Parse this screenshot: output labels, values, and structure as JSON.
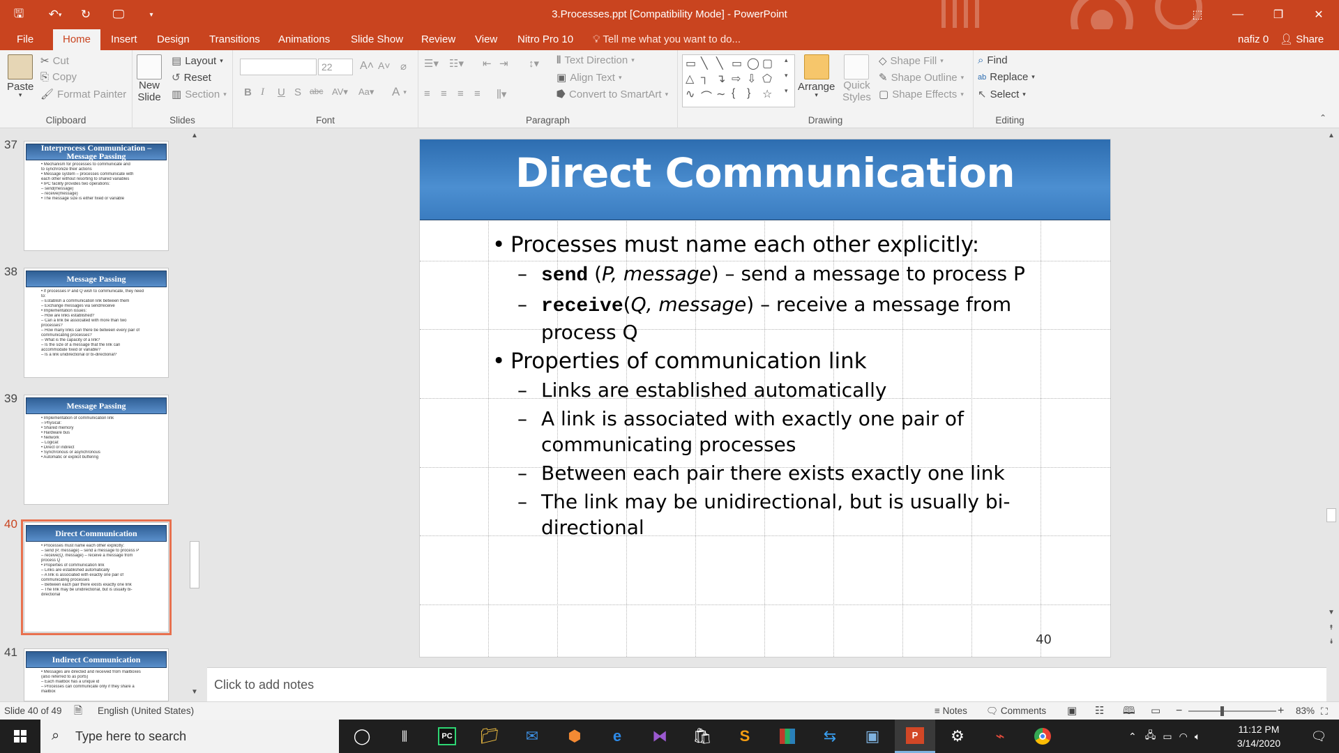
{
  "window": {
    "title": "3.Processes.ppt [Compatibility Mode] - PowerPoint"
  },
  "tabs": [
    "File",
    "Home",
    "Insert",
    "Design",
    "Transitions",
    "Animations",
    "Slide Show",
    "Review",
    "View",
    "Nitro Pro 10"
  ],
  "active_tab": "Home",
  "tell_me": "Tell me what you want to do...",
  "user": "nafiz 0",
  "share_label": "Share",
  "ribbon": {
    "clipboard": {
      "label": "Clipboard",
      "paste": "Paste",
      "cut": "Cut",
      "copy": "Copy",
      "format_painter": "Format Painter"
    },
    "slides": {
      "label": "Slides",
      "new_slide_line1": "New",
      "new_slide_line2": "Slide",
      "layout": "Layout",
      "reset": "Reset",
      "section": "Section"
    },
    "font": {
      "label": "Font",
      "font_name": "",
      "font_size": "22"
    },
    "paragraph": {
      "label": "Paragraph",
      "text_direction": "Text Direction",
      "align_text": "Align Text",
      "convert_smartart": "Convert to SmartArt"
    },
    "drawing": {
      "label": "Drawing",
      "arrange": "Arrange",
      "quick_styles_line1": "Quick",
      "quick_styles_line2": "Styles",
      "shape_fill": "Shape Fill",
      "shape_outline": "Shape Outline",
      "shape_effects": "Shape Effects"
    },
    "editing": {
      "label": "Editing",
      "find": "Find",
      "replace": "Replace",
      "select": "Select"
    }
  },
  "thumbnails": [
    {
      "num": "37",
      "title": "Interprocess Communication – Message Passing",
      "lines": [
        "• Mechanism for processes to communicate and",
        "  to synchronize their actions",
        "• Message system – processes communicate with",
        "  each other without resorting to shared variables",
        "• IPC facility provides two operations:",
        "  – send(message)",
        "  – receive(message)",
        "• The message size is either fixed or variable"
      ]
    },
    {
      "num": "38",
      "title": "Message Passing",
      "lines": [
        "• If processes P and Q wish to communicate, they need",
        "  to:",
        "  – Establish a communication link between them",
        "  – Exchange messages via send/receive",
        "• Implementation issues:",
        "  – How are links established?",
        "  – Can a link be associated with more than two",
        "    processes?",
        "  – How many links can there be between every pair of",
        "    communicating processes?",
        "  – What is the capacity of a link?",
        "  – Is the size of a message that the link can",
        "    accommodate fixed or variable?",
        "  – Is a link unidirectional or bi-directional?"
      ]
    },
    {
      "num": "39",
      "title": "Message Passing",
      "lines": [
        "• Implementation of communication link",
        "  – Physical:",
        "    • Shared memory",
        "    • Hardware bus",
        "    • Network",
        "  – Logical:",
        "    • Direct or indirect",
        "    • Synchronous or asynchronous",
        "    • Automatic or explicit buffering"
      ]
    },
    {
      "num": "40",
      "title": "Direct Communication",
      "lines": [
        "• Processes must name each other explicitly:",
        "  – send (P, message) – send a message to process P",
        "  – receive(Q, message) – receive a message from",
        "    process Q",
        "• Properties of communication link",
        "  – Links are established automatically",
        "  – A link is associated with exactly one pair of",
        "    communicating processes",
        "  – Between each pair there exists exactly one link",
        "  – The link may be unidirectional, but is usually bi-",
        "    directional"
      ]
    },
    {
      "num": "41",
      "title": "Indirect Communication",
      "lines": [
        "• Messages are directed and received from mailboxes",
        "  (also referred to as ports)",
        "  – Each mailbox has a unique id",
        "  – Processes can communicate only if they share a",
        "    mailbox"
      ]
    }
  ],
  "slide": {
    "title": "Direct Communication",
    "b1_text": "Processes must name each other explicitly:",
    "s1_cmd": "send",
    "s1_open": " (",
    "s1_args": "P, message",
    "s1_rest": ") – send a message to process P",
    "s2_cmd": "receive",
    "s2_open": "(",
    "s2_args": "Q, message",
    "s2_rest": ") – receive a message from process Q",
    "b2_text": "Properties of communication link",
    "sub_items": [
      "Links are established automatically",
      "A link is associated with exactly one pair of communicating processes",
      "Between each pair there exists exactly one link",
      "The link may be unidirectional, but is usually bi-directional"
    ],
    "dash": "–",
    "page_number": "40"
  },
  "notes_placeholder": "Click to add notes",
  "status": {
    "slide_info": "Slide 40 of 49",
    "language": "English (United States)",
    "notes": "Notes",
    "comments": "Comments",
    "zoom": "83%"
  },
  "taskbar": {
    "search_placeholder": "Type here to search",
    "time": "11:12 PM",
    "date": "3/14/2020"
  },
  "colors": {
    "accent": "#c9441f",
    "banner": "#3a7cc0",
    "selection": "#e8704e"
  }
}
